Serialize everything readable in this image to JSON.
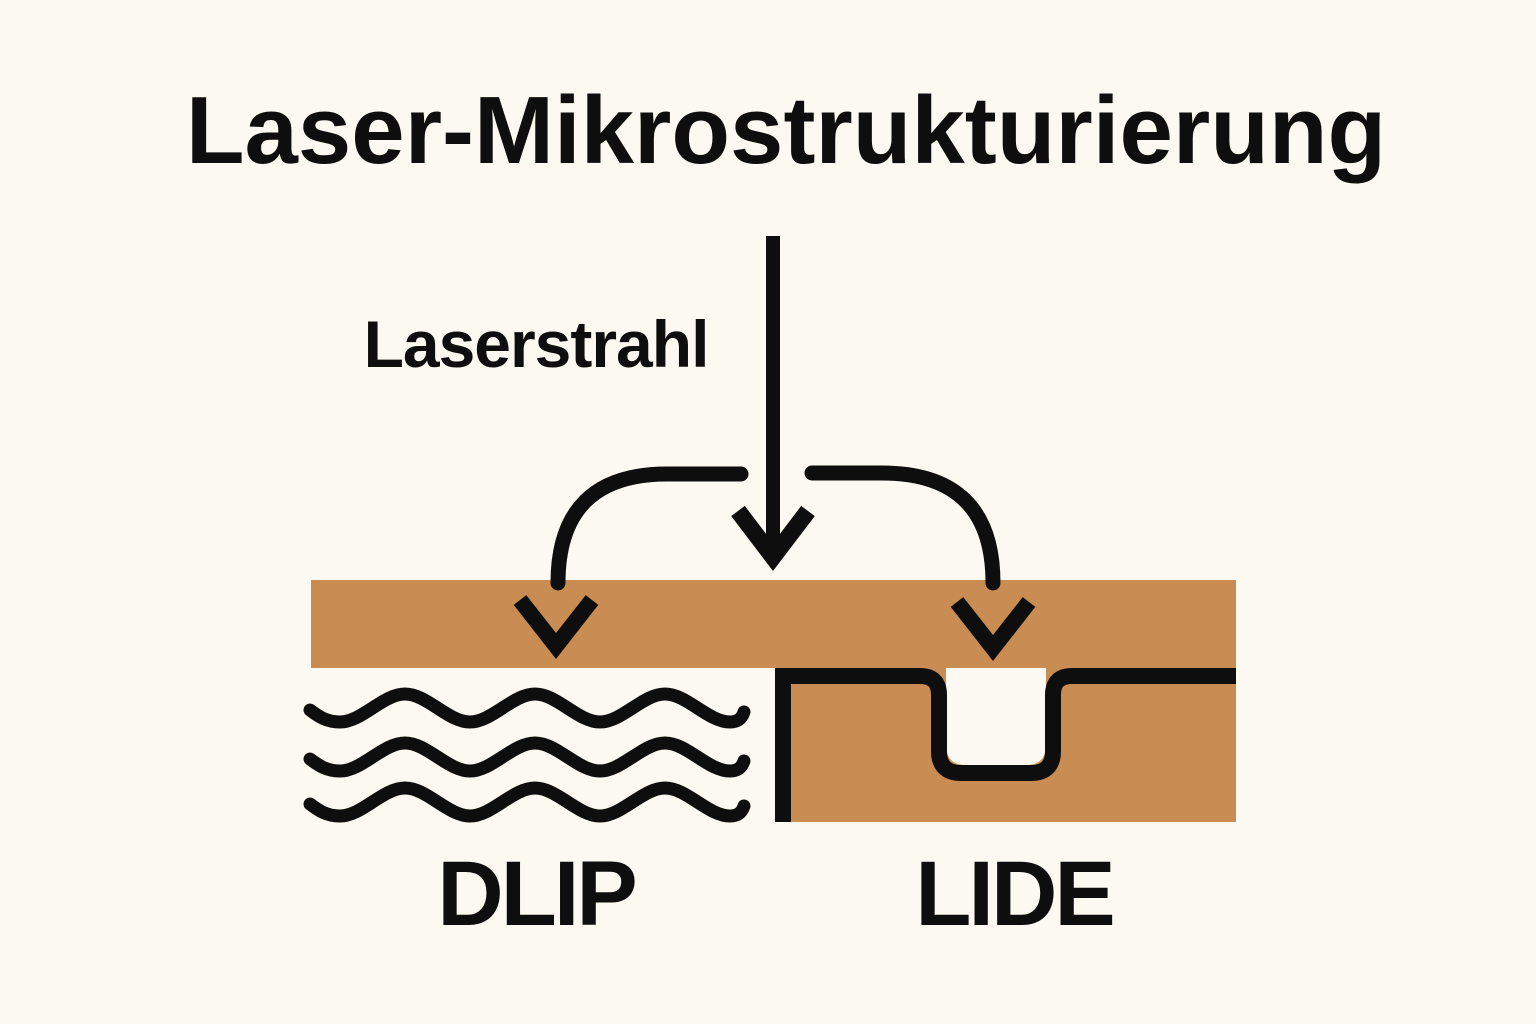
{
  "diagram": {
    "title": "Laser-Mikrostrukturierung",
    "beam_label": "Laserstrahl",
    "left_method_label": "DLIP",
    "right_method_label": "LIDE"
  },
  "colors": {
    "background": "#FBF9F1",
    "material_tan": "#C98C52",
    "line_black": "#0E0E0E"
  }
}
